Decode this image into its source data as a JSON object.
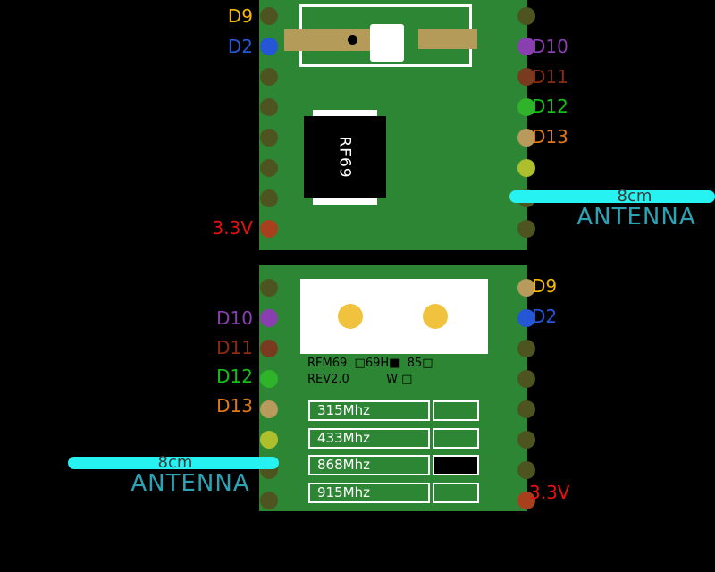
{
  "colors": {
    "background": "#000000",
    "pcb": "#2d8633",
    "pad_dark": "#4d5420",
    "cyan_antenna": "#26f2f2",
    "antenna_text": "#2ba3b5",
    "length_text": "#3a3a3a",
    "tan_component": "#b49b5a",
    "gold_pad": "#f0c23e"
  },
  "top_board": {
    "chip_label": "RF69",
    "left_labels": [
      {
        "text": "D9",
        "color": "#f5b800"
      },
      {
        "text": "D2",
        "color": "#2456d6"
      },
      {
        "text": "3.3V",
        "color": "#e81010"
      }
    ],
    "right_labels": [
      {
        "text": "D10",
        "color": "#8a3fb0"
      },
      {
        "text": "D11",
        "color": "#8f2a12"
      },
      {
        "text": "D12",
        "color": "#15c015"
      },
      {
        "text": "D13",
        "color": "#e07818"
      }
    ],
    "left_pad_colors": [
      "#4d5420",
      "#2456d6",
      "#4d5420",
      "#4d5420",
      "#4d5420",
      "#4d5420",
      "#4d5420",
      "#a8401e"
    ],
    "right_pad_colors": [
      "#4d5420",
      "#8a3fb0",
      "#7a3a20",
      "#2fb32a",
      "#b89a5c",
      "#aebf2e",
      "#4d5420",
      "#4d5420"
    ],
    "antenna": {
      "length": "8cm",
      "label": "ANTENNA"
    }
  },
  "bottom_board": {
    "left_labels": [
      {
        "text": "D10",
        "color": "#8a3fb0"
      },
      {
        "text": "D11",
        "color": "#8f2a12"
      },
      {
        "text": "D12",
        "color": "#15c015"
      },
      {
        "text": "D13",
        "color": "#e07818"
      }
    ],
    "right_labels": [
      {
        "text": "D9",
        "color": "#f5b800"
      },
      {
        "text": "D2",
        "color": "#2456d6"
      },
      {
        "text": "3.3V",
        "color": "#e81010"
      }
    ],
    "left_pad_colors": [
      "#4d5420",
      "#8a3fb0",
      "#7a3a20",
      "#2fb32a",
      "#b89a5c",
      "#aebf2e",
      "#4d5420",
      "#4d5420"
    ],
    "right_pad_colors": [
      "#b89a5c",
      "#2456d6",
      "#4d5420",
      "#4d5420",
      "#4d5420",
      "#4d5420",
      "#4d5420",
      "#a8401e"
    ],
    "silkscreen": {
      "line1": "RFM69  □69H■  85□",
      "line2": "REV2.0          W □"
    },
    "frequencies": [
      {
        "label": "315Mhz",
        "selected": false,
        "box_fill": "transparent"
      },
      {
        "label": "433Mhz",
        "selected": false,
        "box_fill": "transparent"
      },
      {
        "label": "868Mhz",
        "selected": true,
        "box_fill": "#000000"
      },
      {
        "label": "915Mhz",
        "selected": false,
        "box_fill": "transparent"
      }
    ],
    "antenna": {
      "length": "8cm",
      "label": "ANTENNA"
    }
  }
}
